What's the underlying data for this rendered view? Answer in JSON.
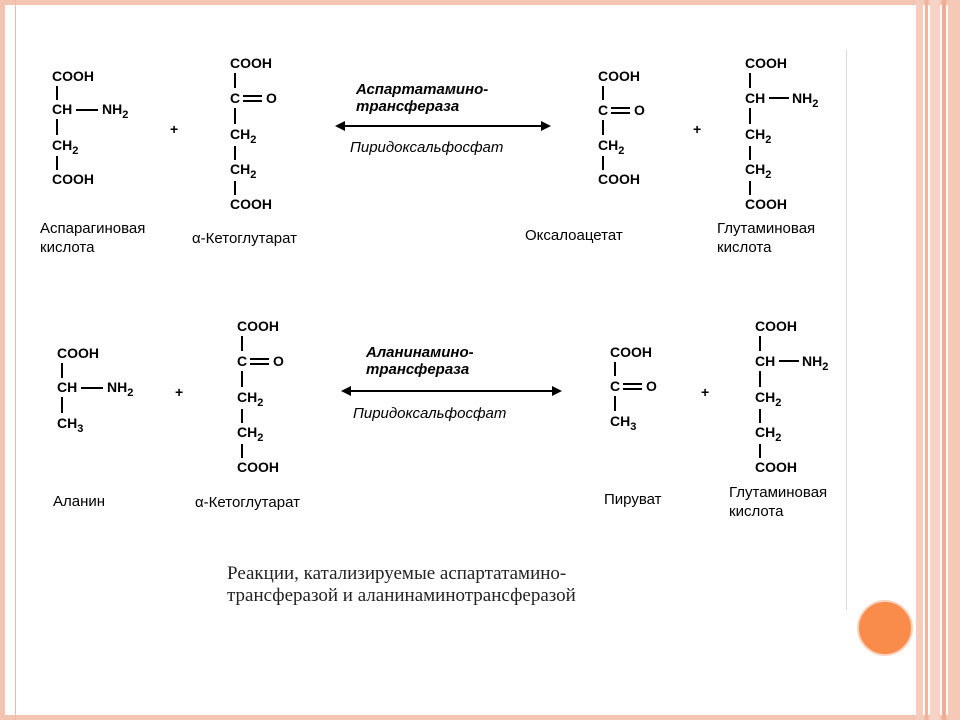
{
  "colors": {
    "frame": "#f4c4b2",
    "accent_dot": "#f98b4b"
  },
  "reaction1": {
    "enzyme_line1": "Аспартатамино-",
    "enzyme_line2": "трансфераза",
    "cofactor": "Пиридоксальфосфат",
    "plus": "+",
    "substrate1_name_line1": "Аспарагиновая",
    "substrate1_name_line2": "кислота",
    "substrate2_name": "α-Кетоглутарат",
    "product1_name": "Оксалоацетат",
    "product2_name_line1": "Глутаминовая",
    "product2_name_line2": "кислота"
  },
  "reaction2": {
    "enzyme_line1": "Аланинамино-",
    "enzyme_line2": "трансфераза",
    "cofactor": "Пиридоксальфосфат",
    "plus": "+",
    "substrate1_name": "Аланин",
    "substrate2_name": "α-Кетоглутарат",
    "product1_name": "Пируват",
    "product2_name_line1": "Глутаминовая",
    "product2_name_line2": "кислота"
  },
  "groups": {
    "cooh": "COOH",
    "ch": "CH",
    "c": "C",
    "o": "O",
    "nh": "NH",
    "ch_h": "CH",
    "two": "2",
    "three": "3"
  },
  "caption_line1": "Реакции, катализируемые аспартатамино-",
  "caption_line2": "трансферазой и аланинаминотрансферазой"
}
